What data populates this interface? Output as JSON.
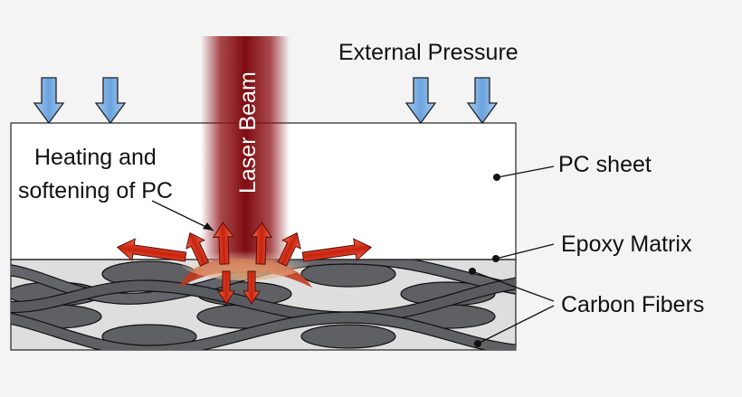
{
  "labels": {
    "external_pressure": "External Pressure",
    "laser_beam": "Laser Beam",
    "heating_line1": "Heating and",
    "heating_line2": "softening of PC",
    "pc_sheet": "PC sheet",
    "epoxy_matrix": "Epoxy Matrix",
    "carbon_fibers": "Carbon Fibers"
  },
  "colors": {
    "pressure_arrow": "#7fb2e5",
    "laser": "#8e0f14",
    "heat_arrow": "#d93a22",
    "fiber": "#5f6064",
    "epoxy": "#dededf",
    "pc_sheet": "#ffffff"
  },
  "icons": [
    "pressure-arrow-icon",
    "heat-arrow-icon"
  ]
}
